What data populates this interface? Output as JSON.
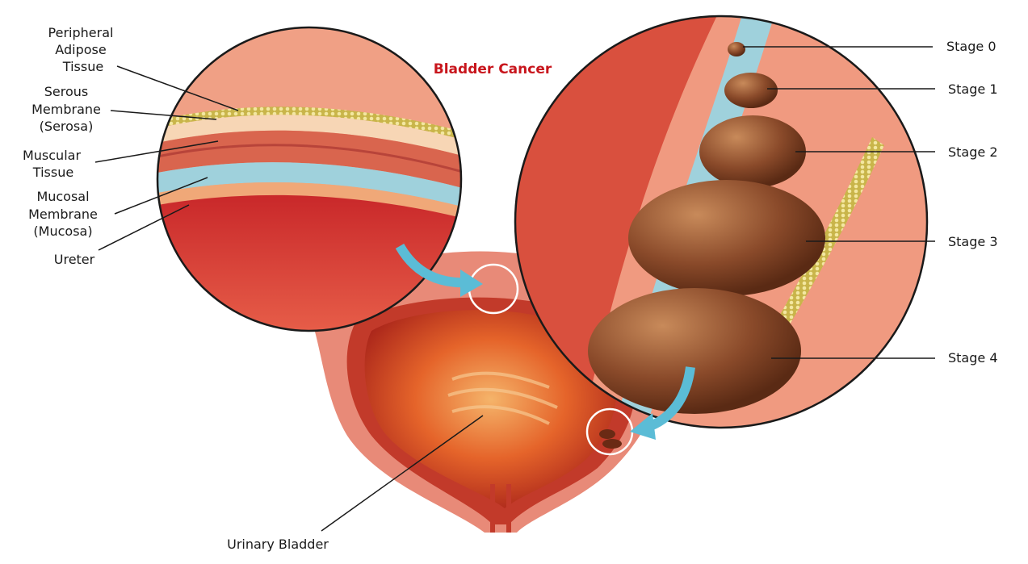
{
  "title": "Bladder Cancer",
  "colors": {
    "title": "#c8161d",
    "tumor": "#8a4a2a",
    "arrow": "#5bbcd6",
    "muscle": "#d9654e",
    "mucosa": "#9fd1dc"
  },
  "layer_labels": [
    {
      "lines": [
        "Peripheral",
        "Adipose",
        "Tissue"
      ]
    },
    {
      "lines": [
        "Serous",
        "Membrane",
        "(Serosa)"
      ]
    },
    {
      "lines": [
        "Muscular",
        "Tissue"
      ]
    },
    {
      "lines": [
        "Mucosal",
        "Membrane",
        "(Mucosa)"
      ]
    },
    {
      "lines": [
        "Ureter"
      ]
    }
  ],
  "stages": [
    "Stage 0",
    "Stage 1",
    "Stage 2",
    "Stage 3",
    "Stage 4"
  ],
  "organ_label": "Urinary Bladder"
}
